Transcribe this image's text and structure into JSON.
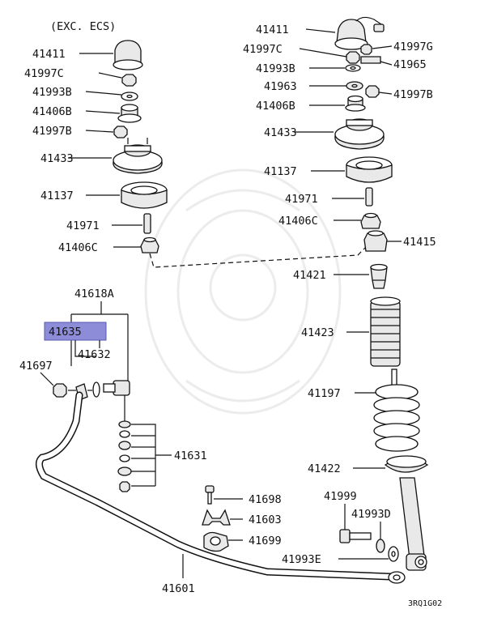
{
  "note": "(EXC. ECS)",
  "code": "3RQ1G02",
  "highlight_color": "#8c8cd9",
  "labels": {
    "p41411_l": "41411",
    "p41997c_l": "41997C",
    "p41993b_l": "41993B",
    "p41406b_l": "41406B",
    "p41997b_l": "41997B",
    "p41433_l": "41433",
    "p41137_l": "41137",
    "p41971_l": "41971",
    "p41406c_l": "41406C",
    "p41618a": "41618A",
    "p41635": "41635",
    "p41632": "41632",
    "p41697": "41697",
    "p41631": "41631",
    "p41698": "41698",
    "p41603": "41603",
    "p41699": "41699",
    "p41601": "41601",
    "p41411_r": "41411",
    "p41997c_r": "41997C",
    "p41997g_r": "41997G",
    "p41993b_r": "41993B",
    "p41965_r": "41965",
    "p41963_r": "41963",
    "p41997b_r": "41997B",
    "p41406b_r": "41406B",
    "p41433_r": "41433",
    "p41137_r": "41137",
    "p41971_r": "41971",
    "p41406c_r": "41406C",
    "p41415_r": "41415",
    "p41421_r": "41421",
    "p41423_r": "41423",
    "p41197_r": "41197",
    "p41422_r": "41422",
    "p41999_r": "41999",
    "p41993d_r": "41993D",
    "p41993e_r": "41993E"
  }
}
